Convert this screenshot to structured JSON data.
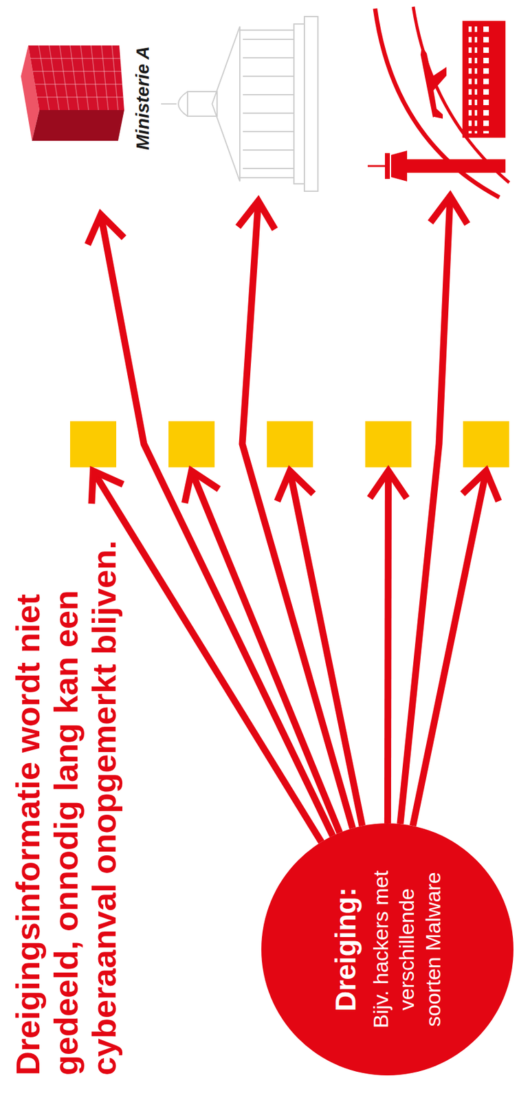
{
  "diagram": {
    "title": "Dreigingsinformatie wordt niet gedeeld, onnodig lang kan een cyberaanval onopgemerkt blijven.",
    "nodes": [
      {
        "text": [
          "Dreiging:",
          "Bijv. hackers met verschillende soorten Malware"
        ]
      },
      {
        "text": [
          "Ministerie A"
        ]
      }
    ],
    "edges": [
      {
        "from": 0,
        "to": 1,
        "arrow": "to"
      }
    ]
  }
}
